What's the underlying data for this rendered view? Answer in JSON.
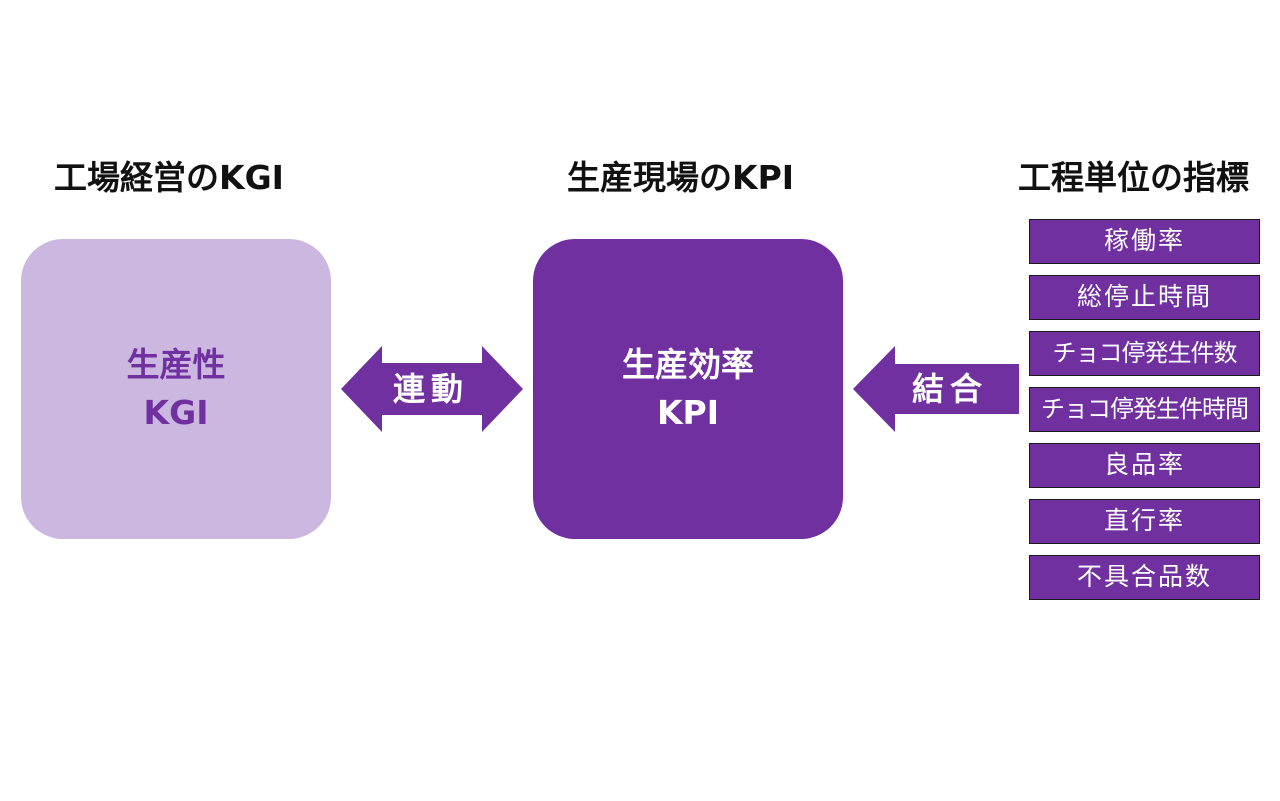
{
  "headings": {
    "left": "工場経営のKGI",
    "middle": "生産現場のKPI",
    "right": "工程単位の指標"
  },
  "boxes": {
    "left": {
      "line1": "生産性",
      "line2": "KGI"
    },
    "middle": {
      "line1": "生産効率",
      "line2": "KPI"
    }
  },
  "arrows": {
    "link": "連動",
    "combine": "結合"
  },
  "metrics": [
    "稼働率",
    "総停止時間",
    "チョコ停発生件数",
    "チョコ停発生件時間",
    "良品率",
    "直行率",
    "不具合品数"
  ],
  "colors": {
    "accent": "#7030a0",
    "light_accent": "#cbb7df",
    "text": "#111111"
  }
}
